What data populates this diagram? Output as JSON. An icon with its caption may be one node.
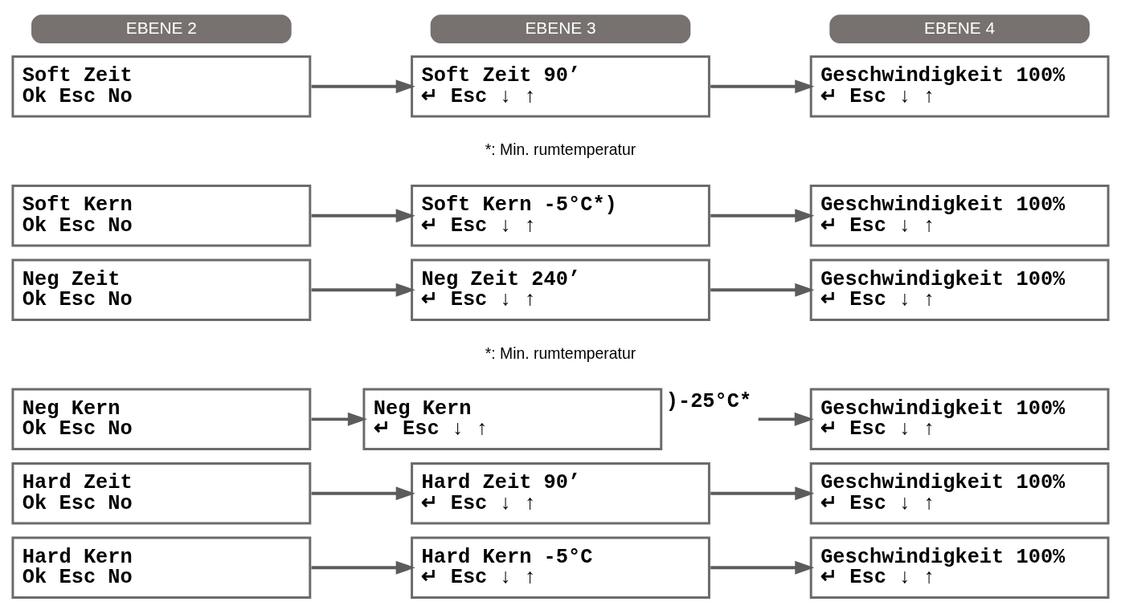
{
  "diagram": {
    "nodes": [
      {
        "text": [
          "EBENE 2"
        ]
      },
      {
        "text": [
          "EBENE 3"
        ]
      },
      {
        "text": [
          "EBENE 4"
        ]
      },
      {
        "text": [
          "Soft Zeit",
          "Ok Esc No"
        ]
      },
      {
        "text": [
          "Soft Zeit 90’",
          "↵ Esc ↓ ↑"
        ]
      },
      {
        "text": [
          "Geschwindigkeit 100%",
          "↵ Esc ↓ ↑"
        ]
      },
      {
        "text": [
          "Soft Kern",
          "Ok Esc No"
        ]
      },
      {
        "text": [
          "Soft Kern -5°C*)",
          "↵ Esc ↓ ↑"
        ]
      },
      {
        "text": [
          "Geschwindigkeit 100%",
          "↵ Esc ↓ ↑"
        ]
      },
      {
        "text": [
          "Neg Zeit",
          "Ok Esc No"
        ]
      },
      {
        "text": [
          "Neg Zeit 240’",
          "↵ Esc ↓ ↑"
        ]
      },
      {
        "text": [
          "Geschwindigkeit 100%",
          "↵ Esc ↓ ↑"
        ]
      },
      {
        "text": [
          "Neg Kern",
          "Ok Esc No"
        ]
      },
      {
        "text": [
          "Neg Kern",
          "↵ Esc ↓ ↑"
        ],
        "beside": [
          ")-25°C*"
        ]
      },
      {
        "text": [
          "Geschwindigkeit 100%",
          "↵ Esc ↓ ↑"
        ]
      },
      {
        "text": [
          "Hard Zeit",
          "Ok Esc No"
        ]
      },
      {
        "text": [
          "Hard Zeit 90’",
          "↵ Esc ↓ ↑"
        ]
      },
      {
        "text": [
          "Geschwindigkeit 100%",
          "↵ Esc ↓ ↑"
        ]
      },
      {
        "text": [
          "Hard Kern",
          "Ok Esc No"
        ]
      },
      {
        "text": [
          "Hard Kern -5°C",
          "↵ Esc ↓ ↑"
        ]
      },
      {
        "text": [
          "Geschwindigkeit 100%",
          "↵ Esc ↓ ↑"
        ]
      }
    ],
    "edges": [
      {
        "from": 3,
        "to": 4,
        "arrow": "to"
      },
      {
        "from": 4,
        "to": 5,
        "arrow": "to"
      },
      {
        "from": 6,
        "to": 7,
        "arrow": "to"
      },
      {
        "from": 7,
        "to": 8,
        "arrow": "to"
      },
      {
        "from": 9,
        "to": 10,
        "arrow": "to"
      },
      {
        "from": 10,
        "to": 11,
        "arrow": "to"
      },
      {
        "from": 12,
        "to": 13,
        "arrow": "to"
      },
      {
        "from": 13,
        "to": 14,
        "arrow": "to"
      },
      {
        "from": 15,
        "to": 16,
        "arrow": "to"
      },
      {
        "from": 16,
        "to": 17,
        "arrow": "to"
      },
      {
        "from": 18,
        "to": 19,
        "arrow": "to"
      },
      {
        "from": 19,
        "to": 20,
        "arrow": "to"
      }
    ],
    "labels": [
      "*: Min. rumtemperatur",
      "*: Min. rumtemperatur"
    ]
  }
}
